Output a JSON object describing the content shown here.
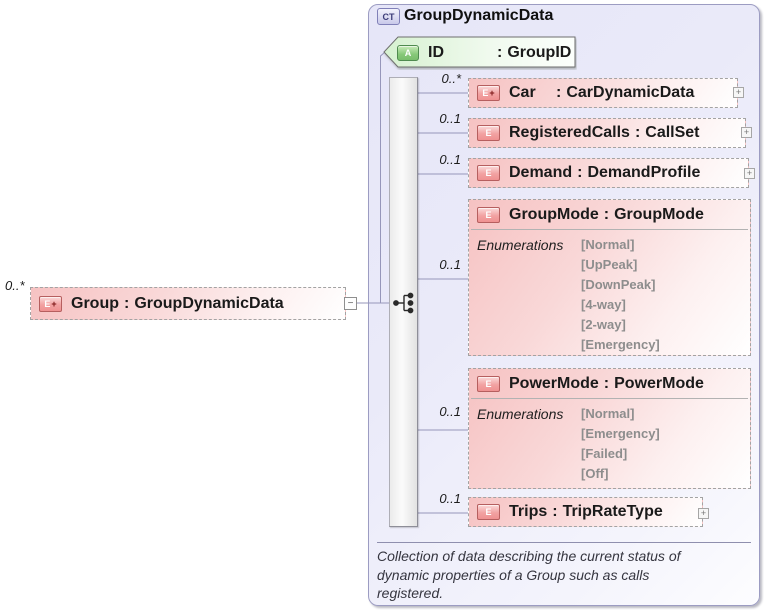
{
  "diagram": {
    "sep": ":",
    "source_element": {
      "cardinality": "0..*",
      "badge_letter": "E",
      "badge_plus": "+",
      "name": "Group",
      "type": "GroupDynamicData",
      "collapse_glyph": "−"
    },
    "complex_type": {
      "kind_badge": "CT",
      "title": "GroupDynamicData",
      "attribute": {
        "badge_letter": "A",
        "name": "ID",
        "type": "GroupID"
      },
      "children": [
        {
          "badge_letter": "E",
          "badge_plus": "+",
          "cardinality": "0..*",
          "name": "Car",
          "type": "CarDynamicData",
          "expand_glyph": "+"
        },
        {
          "badge_letter": "E",
          "badge_plus": "",
          "cardinality": "0..1",
          "name": "RegisteredCalls",
          "type": "CallSet",
          "expand_glyph": "+"
        },
        {
          "badge_letter": "E",
          "badge_plus": "",
          "cardinality": "0..1",
          "name": "Demand",
          "type": "DemandProfile",
          "expand_glyph": "+"
        },
        {
          "badge_letter": "E",
          "badge_plus": "",
          "cardinality": "0..1",
          "name": "GroupMode",
          "type": "GroupMode",
          "enumerations_label": "Enumerations",
          "enumerations": [
            "[Normal]",
            "[UpPeak]",
            "[DownPeak]",
            "[4-way]",
            "[2-way]",
            "[Emergency]"
          ]
        },
        {
          "badge_letter": "E",
          "badge_plus": "",
          "cardinality": "0..1",
          "name": "PowerMode",
          "type": "PowerMode",
          "enumerations_label": "Enumerations",
          "enumerations": [
            "[Normal]",
            "[Emergency]",
            "[Failed]",
            "[Off]"
          ]
        },
        {
          "badge_letter": "E",
          "badge_plus": "",
          "cardinality": "0..1",
          "name": "Trips",
          "type": "TripRateType",
          "expand_glyph": "+"
        }
      ],
      "annotation": {
        "lines": [
          "Collection of data describing the current status of",
          "dynamic properties of a Group such as calls",
          "registered."
        ]
      }
    }
  }
}
